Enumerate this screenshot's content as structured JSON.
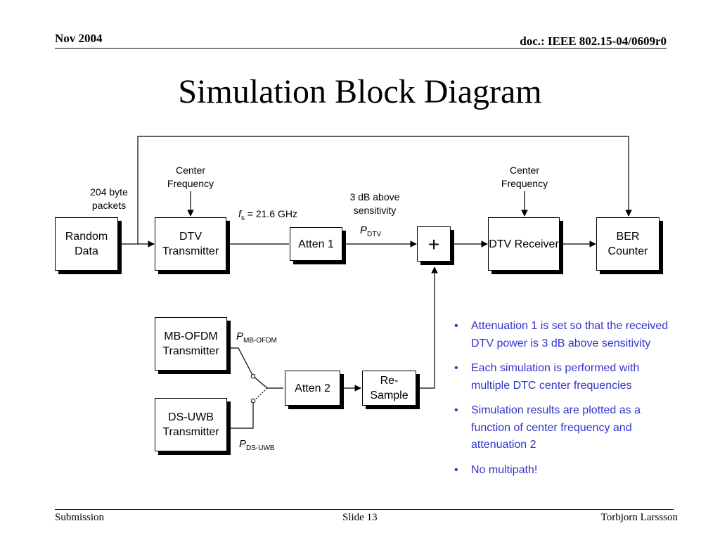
{
  "header": {
    "date": "Nov 2004",
    "doc": "doc.: IEEE 802.15-04/0609r0"
  },
  "title": "Simulation Block Diagram",
  "blocks": {
    "random_data": "Random Data",
    "dtv_tx": "DTV Transmitter",
    "atten1": "Atten 1",
    "adder": "+",
    "dtv_rx": "DTV Receiver",
    "ber": "BER Counter",
    "mb_ofdm": "MB-OFDM Transmitter",
    "ds_uwb": "DS-UWB Transmitter",
    "atten2": "Atten 2",
    "resample": "Re-Sample"
  },
  "labels": {
    "packets": "204 byte packets",
    "center_freq_tx": "Center Frequency",
    "center_freq_rx": "Center Frequency",
    "fs_symbol": "f",
    "fs_sub": "s",
    "fs_value": " = 21.6 GHz",
    "above_sens": "3 dB above sensitivity",
    "p": "P",
    "p_dtv_sub": "DTV",
    "p_mb_sub": "MB-OFDM",
    "p_ds_sub": "DS-UWB"
  },
  "bullets": [
    "Attenuation 1 is set so that the received DTV power is 3 dB above sensitivity",
    "Each simulation is performed with multiple DTC center frequencies",
    "Simulation results are plotted as a function of center frequency and attenuation 2",
    "No multipath!"
  ],
  "footer": {
    "left": "Submission",
    "center": "Slide 13",
    "right": "Torbjorn Larssson"
  },
  "colors": {
    "bullet_text": "#3333cc"
  }
}
